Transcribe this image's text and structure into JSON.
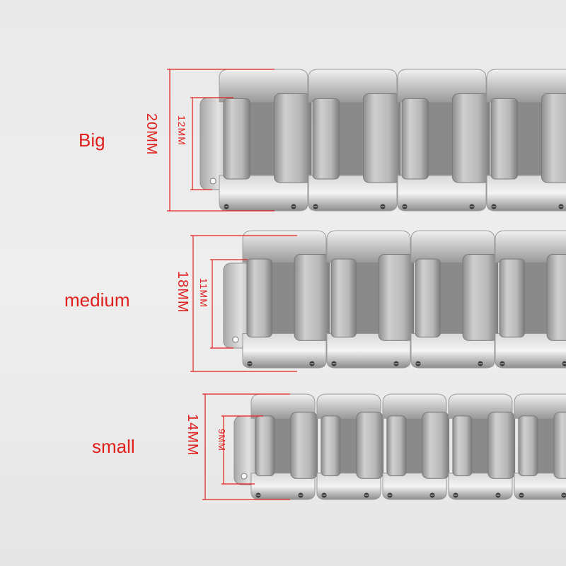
{
  "sizes": {
    "big": {
      "label": "Big",
      "outer": "20MM",
      "inner": "12MM"
    },
    "medium": {
      "label": "medium",
      "outer": "18MM",
      "inner": "11MM"
    },
    "small": {
      "label": "small",
      "outer": "14MM",
      "inner": "9MM"
    }
  },
  "colors": {
    "measure": "#e0201c",
    "steel_light": "#e4e4e4",
    "steel_dark": "#7a7a7a",
    "background": "#ebebeb"
  }
}
